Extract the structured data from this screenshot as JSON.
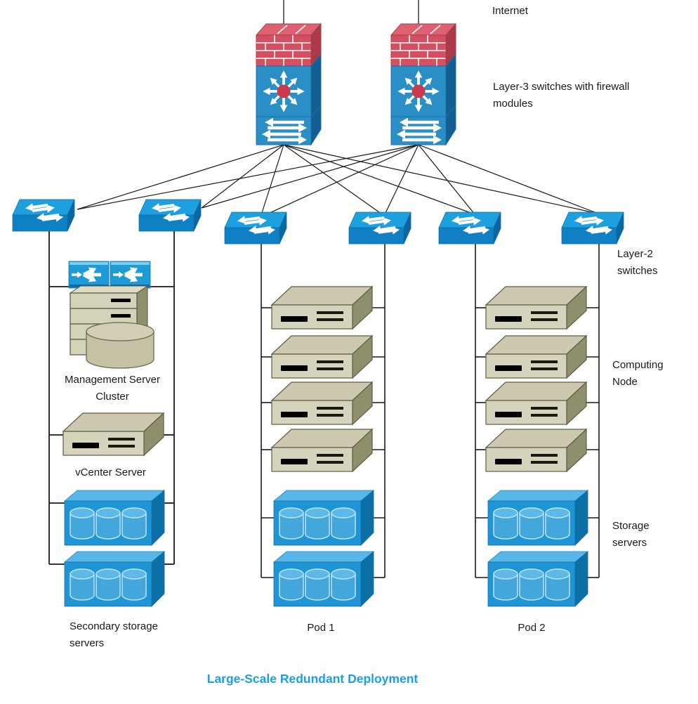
{
  "title": "Large-Scale Redundant Deployment",
  "labels": {
    "internet": "Internet",
    "layer3": "Layer-3 switches with firewall modules",
    "layer2": "Layer-2 switches",
    "computing_node": "Computing Node",
    "storage_servers": "Storage servers",
    "management_cluster": "Management Server Cluster",
    "vcenter": "vCenter Server",
    "secondary_storage": "Secondary storage servers",
    "pod1": "Pod 1",
    "pod2": "Pod 2"
  },
  "topology": {
    "layer3_firewall_switches": 2,
    "layer2_switches": 6,
    "management_cluster": {
      "cluster_switches": 2,
      "server_stack": 1,
      "database_cylinder": 1,
      "vcenter_servers": 1,
      "secondary_storage_servers": 2
    },
    "pods": [
      {
        "name": "Pod 1",
        "computing_nodes": 4,
        "storage_servers": 2
      },
      {
        "name": "Pod 2",
        "computing_nodes": 4,
        "storage_servers": 2
      }
    ]
  },
  "icons": {
    "firewall": "firewall-brick-icon",
    "router": "multilayer-router-arrows-icon",
    "switch": "switch-arrows-icon",
    "cluster_switch": "fanout-switch-icon",
    "server": "rack-server-icon",
    "database": "database-cylinder-icon",
    "storage": "disk-array-icon"
  },
  "colors": {
    "title_blue": "#1b9fe3",
    "device_blue_top": "#1d9fe0",
    "device_blue_front": "#1080c4",
    "device_blue_side": "#0a66a0",
    "firewall_red": "#d2505f",
    "server_beige": "#d6d3bc",
    "server_side_olive": "#8f8e6d",
    "storage_blue": "#2095d5",
    "line_black": "#1a1a1a",
    "text": "#1a1a1a"
  }
}
